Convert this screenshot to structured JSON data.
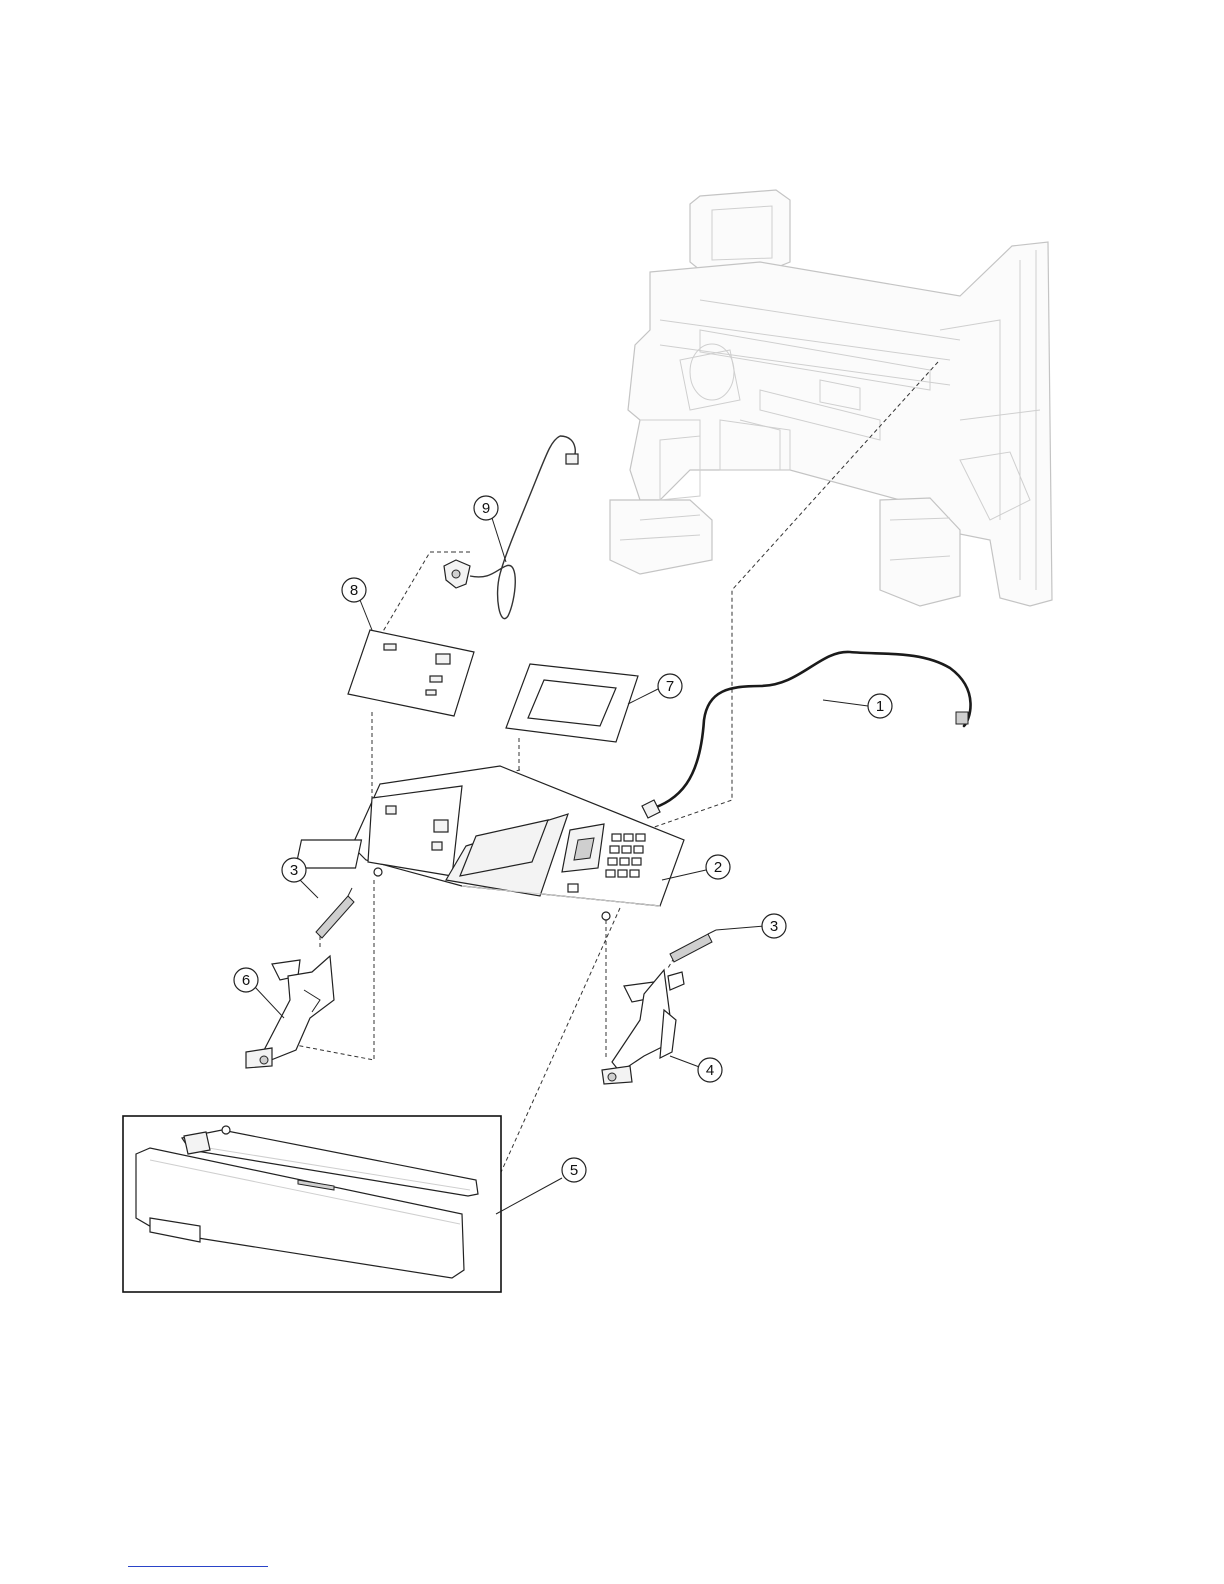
{
  "callouts": [
    {
      "label": "1",
      "part": "control-panel-cable"
    },
    {
      "label": "2",
      "part": "operator-panel-assembly"
    },
    {
      "label": "3",
      "part": "spring-left"
    },
    {
      "label": "3",
      "part": "spring-right"
    },
    {
      "label": "4",
      "part": "hinge-right"
    },
    {
      "label": "5",
      "part": "front-cover-inset"
    },
    {
      "label": "6",
      "part": "hinge-left"
    },
    {
      "label": "7",
      "part": "display-bezel"
    },
    {
      "label": "8",
      "part": "button-plate"
    },
    {
      "label": "9",
      "part": "sensor-with-cable"
    }
  ],
  "colors": {
    "line": "#222222",
    "frame_ghost": "#c4c4c4",
    "footer_rule": "#2a44c8"
  }
}
